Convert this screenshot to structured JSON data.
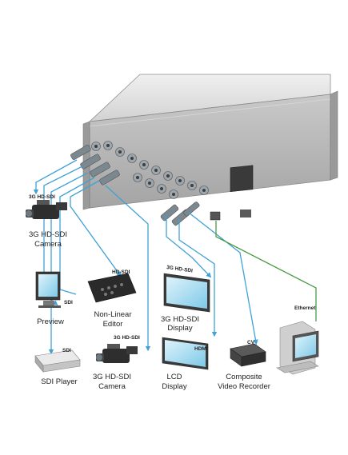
{
  "devices": {
    "camera_left": {
      "label_line1": "3G HD-SDI",
      "label_line2": "Camera"
    },
    "preview": {
      "label": "Preview"
    },
    "sdi_player": {
      "label": "SDI Player"
    },
    "editor": {
      "label_line1": "Non-Linear",
      "label_line2": "Editor"
    },
    "camera_bottom": {
      "label_line1": "3G HD-SDI",
      "label_line2": "Camera"
    },
    "display_3g": {
      "label_line1": "3G HD-SDI",
      "label_line2": "Display"
    },
    "lcd": {
      "label_line1": "LCD",
      "label_line2": "Display"
    },
    "recorder": {
      "label_line1": "Composite",
      "label_line2": "Video Recorder"
    }
  },
  "signals": {
    "camera_left": "3G HD-SDI",
    "preview": "SDI",
    "sdi_player": "SDI",
    "editor": "HD-SDI",
    "camera_bottom": "3G HD-SDI",
    "display_3g": "3G HD-SDI",
    "lcd": "HDMI",
    "recorder": "CV",
    "pc": "Ethernet"
  },
  "colors": {
    "sdi_cable": "#3fa2d6",
    "ethernet_cable": "#4a9a45",
    "chassis_top": "#e6e6e6",
    "chassis_front": "#b9b9b9"
  }
}
